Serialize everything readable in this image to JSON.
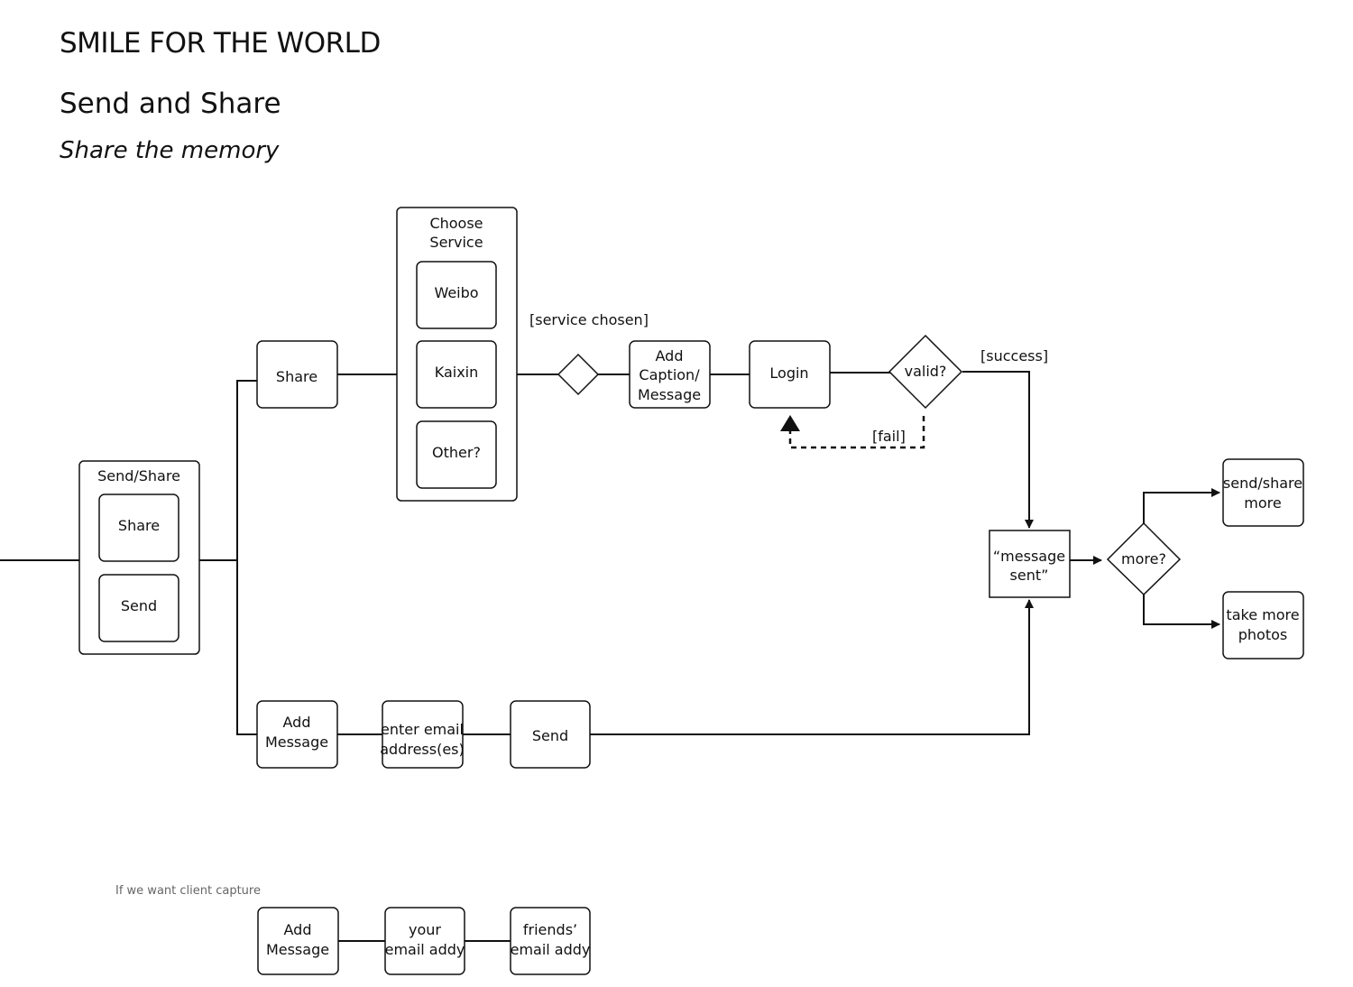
{
  "header": {
    "title": "SMILE FOR THE WORLD",
    "subtitle": "Send and Share",
    "tagline": "Share the memory"
  },
  "nodes": {
    "send_share_group": "Send/Share",
    "group_share": "Share",
    "group_send": "Send",
    "share": "Share",
    "choose_service": [
      "Choose",
      "Service"
    ],
    "weibo": "Weibo",
    "kaixin": "Kaixin",
    "other": "Other?",
    "add_caption": [
      "Add",
      "Caption/",
      "Message"
    ],
    "login": "Login",
    "valid": "valid?",
    "message_sent": [
      "“message",
      "sent”"
    ],
    "more": "more?",
    "send_share_more": [
      "send/share",
      "more"
    ],
    "take_more_photos": [
      "take more",
      "photos"
    ],
    "add_message": [
      "Add",
      "Message"
    ],
    "enter_email": [
      "enter email",
      "address(es)"
    ],
    "send": "Send",
    "cc_add_message": [
      "Add",
      "Message"
    ],
    "cc_your_email": [
      "your",
      "email addy"
    ],
    "cc_friends_email": [
      "friends’",
      "email addy"
    ]
  },
  "edge_labels": {
    "service_chosen": "[service chosen]",
    "success": "[success]",
    "fail": "[fail]"
  },
  "note": "If we want client capture"
}
